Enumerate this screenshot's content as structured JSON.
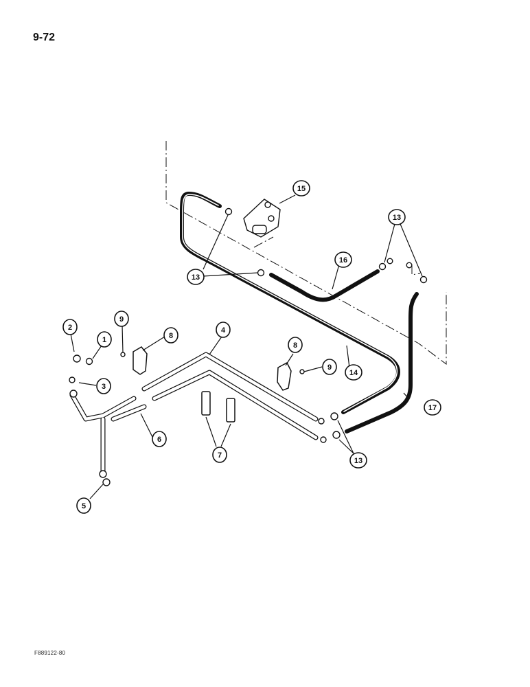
{
  "page_number": "9-72",
  "figure_code": "F889122-80",
  "callouts": [
    {
      "id": "c1",
      "label": "1"
    },
    {
      "id": "c2",
      "label": "2"
    },
    {
      "id": "c3",
      "label": "3"
    },
    {
      "id": "c4",
      "label": "4"
    },
    {
      "id": "c5",
      "label": "5"
    },
    {
      "id": "c6",
      "label": "6"
    },
    {
      "id": "c7",
      "label": "7"
    },
    {
      "id": "c8a",
      "label": "8"
    },
    {
      "id": "c8b",
      "label": "8"
    },
    {
      "id": "c9a",
      "label": "9"
    },
    {
      "id": "c9b",
      "label": "9"
    },
    {
      "id": "c13a",
      "label": "13"
    },
    {
      "id": "c13b",
      "label": "13"
    },
    {
      "id": "c13c",
      "label": "13"
    },
    {
      "id": "c14",
      "label": "14"
    },
    {
      "id": "c15",
      "label": "15"
    },
    {
      "id": "c16",
      "label": "16"
    },
    {
      "id": "c17",
      "label": "17"
    }
  ]
}
